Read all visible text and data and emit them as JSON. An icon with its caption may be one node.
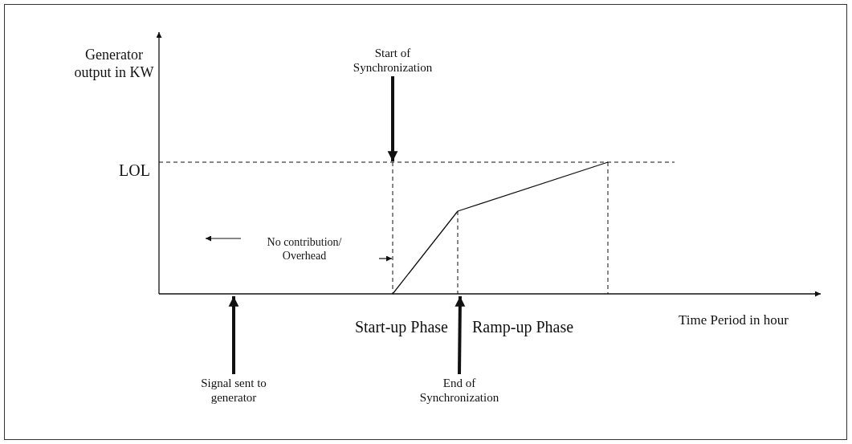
{
  "diagram": {
    "nodes": [
      {
        "text": [
          "Start of Synchronization"
        ]
      },
      {
        "text": [
          "Signal sent to generator"
        ]
      },
      {
        "text": [
          "End of Synchronization"
        ]
      }
    ],
    "edges": [
      {
        "from": 0,
        "to": null,
        "arrow": "to"
      },
      {
        "from": 1,
        "to": null,
        "arrow": "to"
      },
      {
        "from": 2,
        "to": null,
        "arrow": "to"
      }
    ],
    "labels": [
      "Generator output in KW",
      "LOL",
      "No contribution/ Overhead",
      "Start-up Phase",
      "Ramp-up Phase",
      "Time Period in hour"
    ]
  }
}
